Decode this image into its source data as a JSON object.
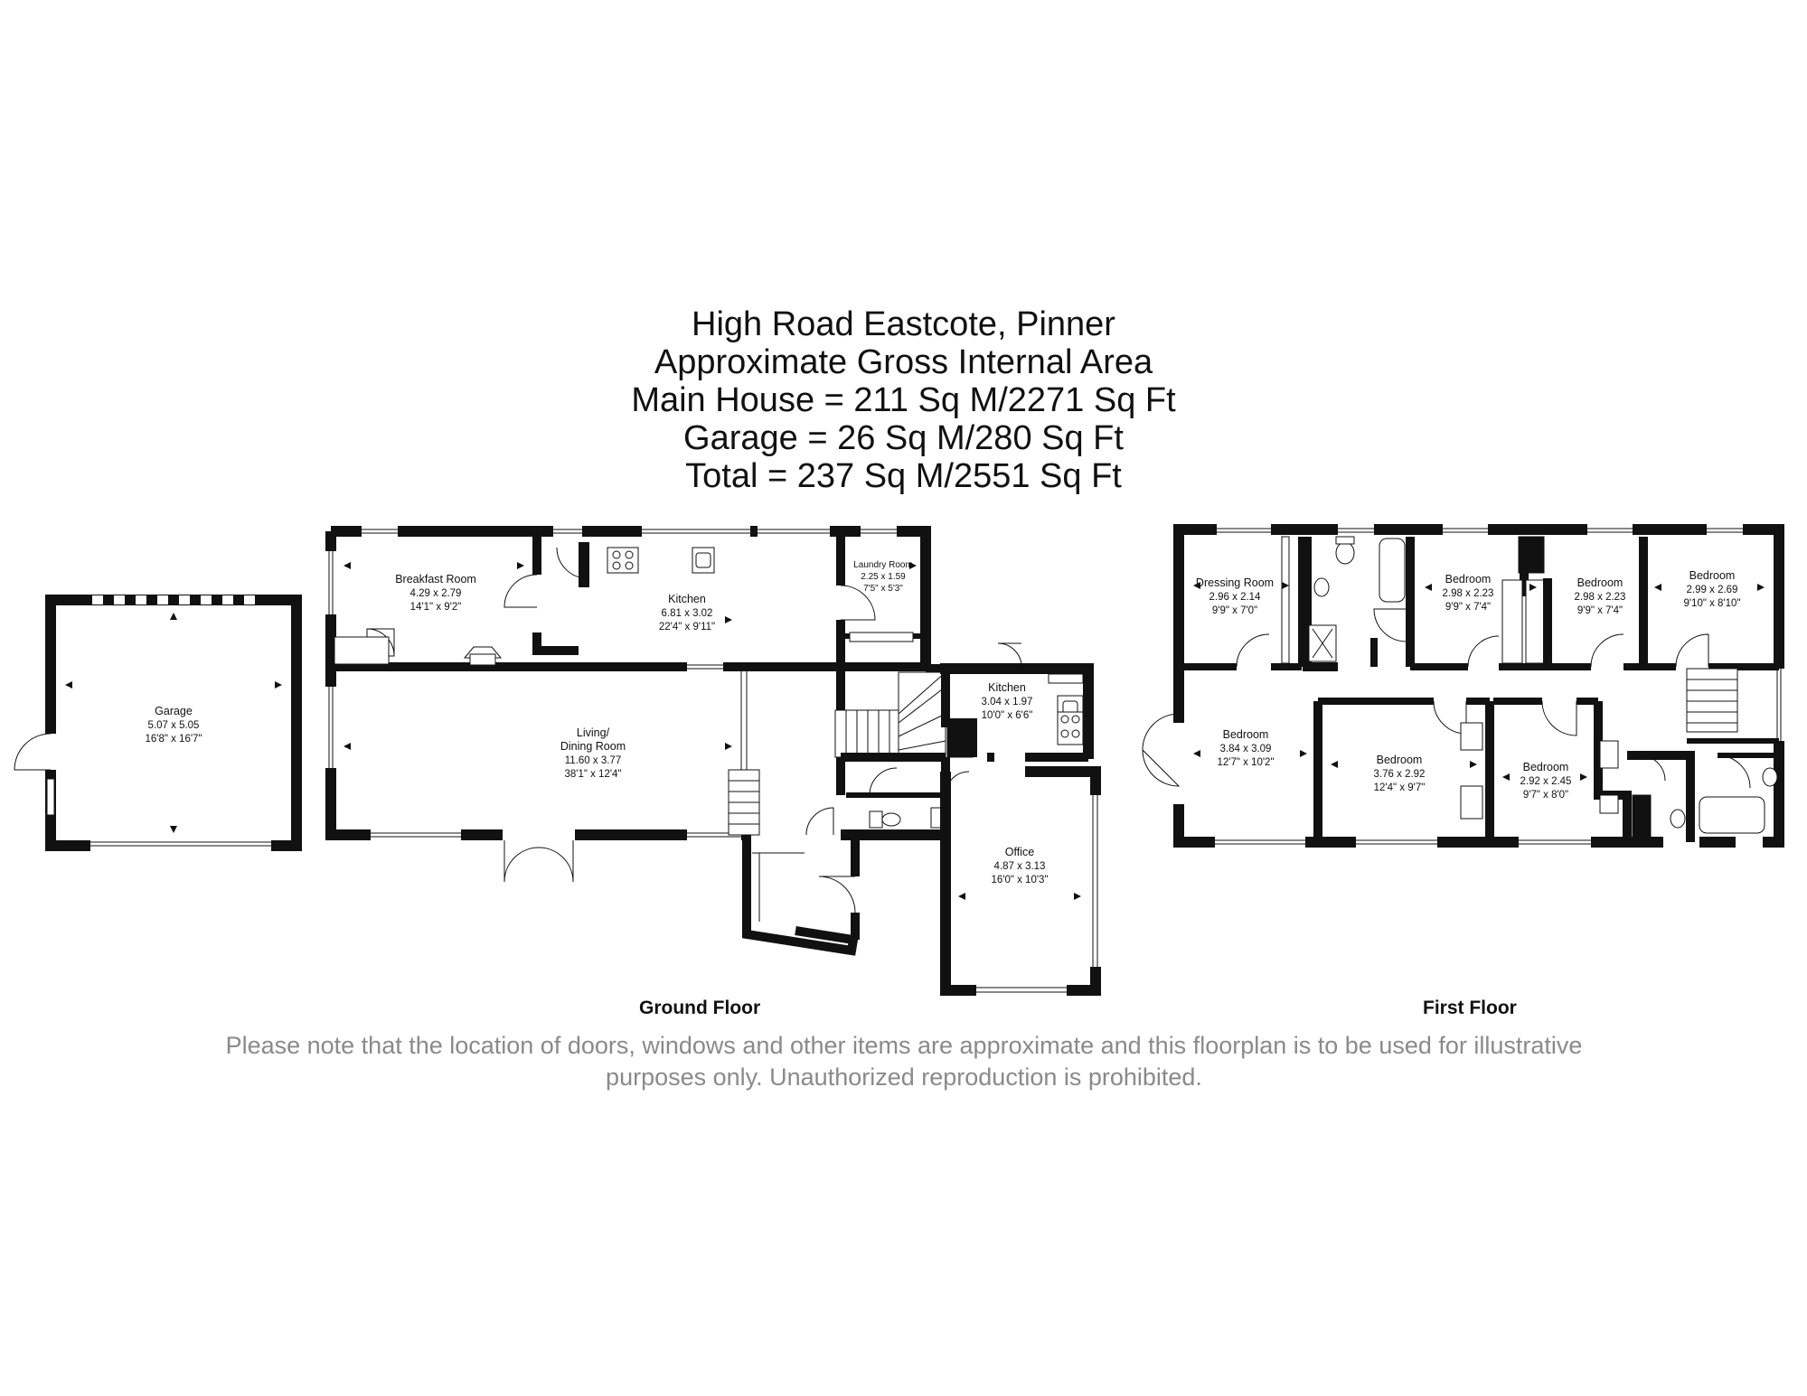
{
  "title": {
    "line1": "High Road Eastcote, Pinner",
    "line2": "Approximate Gross Internal Area",
    "line3": "Main House = 211 Sq M/2271 Sq Ft",
    "line4": "Garage = 26 Sq M/280 Sq Ft",
    "line5": "Total = 237 Sq M/2551 Sq Ft"
  },
  "floors": {
    "ground": "Ground Floor",
    "first": "First Floor"
  },
  "disclaimer": "Please note that the location of doors, windows and other items are approximate and this floorplan is to be used for illustrative purposes only. Unauthorized reproduction is prohibited.",
  "rooms": {
    "garage": {
      "name": "Garage",
      "metric": "5.07 x 5.05",
      "imperial": "16'8\" x 16'7\""
    },
    "breakfast": {
      "name": "Breakfast Room",
      "metric": "4.29 x 2.79",
      "imperial": "14'1\" x 9'2\""
    },
    "kitchen_main": {
      "name": "Kitchen",
      "metric": "6.81 x 3.02",
      "imperial": "22'4\" x 9'11\""
    },
    "laundry": {
      "name": "Laundry Room",
      "metric": "2.25 x 1.59",
      "imperial": "7'5\" x 5'3\""
    },
    "living_dining": {
      "name1": "Living/",
      "name2": "Dining Room",
      "metric": "11.60 x 3.77",
      "imperial": "38'1\" x 12'4\""
    },
    "kitchen_small": {
      "name": "Kitchen",
      "metric": "3.04 x 1.97",
      "imperial": "10'0\" x 6'6\""
    },
    "office": {
      "name": "Office",
      "metric": "4.87 x 3.13",
      "imperial": "16'0\" x 10'3\""
    },
    "dressing": {
      "name": "Dressing Room",
      "metric": "2.96 x 2.14",
      "imperial": "9'9\" x 7'0\""
    },
    "bed_a": {
      "name": "Bedroom",
      "metric": "2.98 x 2.23",
      "imperial": "9'9\" x 7'4\""
    },
    "bed_b": {
      "name": "Bedroom",
      "metric": "2.98 x 2.23",
      "imperial": "9'9\" x 7'4\""
    },
    "bed_c": {
      "name": "Bedroom",
      "metric": "2.99 x 2.69",
      "imperial": "9'10\" x 8'10\""
    },
    "bed_d": {
      "name": "Bedroom",
      "metric": "3.84 x 3.09",
      "imperial": "12'7\" x 10'2\""
    },
    "bed_e": {
      "name": "Bedroom",
      "metric": "3.76 x 2.92",
      "imperial": "12'4\" x 9'7\""
    },
    "bed_f": {
      "name": "Bedroom",
      "metric": "2.92 x 2.45",
      "imperial": "9'7\" x 8'0\""
    }
  }
}
